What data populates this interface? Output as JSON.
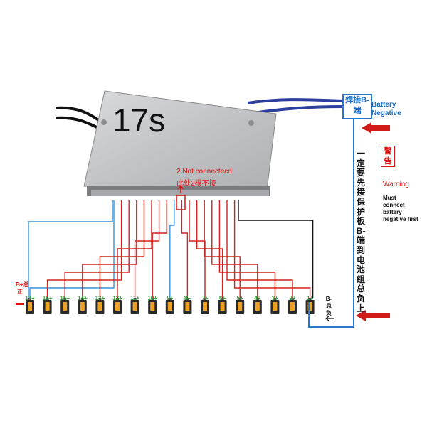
{
  "board": {
    "title": "17s",
    "nc_en": "2 Not connectecd",
    "nc_cn": "此处2根不接"
  },
  "b_negative": {
    "box_cn": "焊接B-端",
    "label_en_1": "Battery",
    "label_en_2": "Negative",
    "instruction_cn": "一定要先接保护板B-端到电池组总负上"
  },
  "warning": {
    "title_cn": "警告",
    "title_en": "Warning",
    "text_en": "Must connect battery negative first"
  },
  "terminals": {
    "b_plus": "B+总正",
    "b_minus": "B-总负"
  },
  "cells": [
    "17+",
    "16+",
    "15+",
    "14+",
    "13+",
    "12+",
    "11+",
    "10+",
    "9+",
    "8+",
    "7+",
    "6+",
    "5+",
    "4+",
    "3+",
    "2+",
    "1+"
  ],
  "colors": {
    "sense_wire": "#d42020",
    "blue_wire": "#3a8fd6",
    "b_negative_wire": "#2a77c9",
    "cell_label": "#2e9b2e",
    "arrow": "#d11a1a",
    "board": "#c8c9cb"
  },
  "icons": [
    "battery-cell-icon",
    "arrow-left-icon",
    "arrow-up-icon"
  ]
}
